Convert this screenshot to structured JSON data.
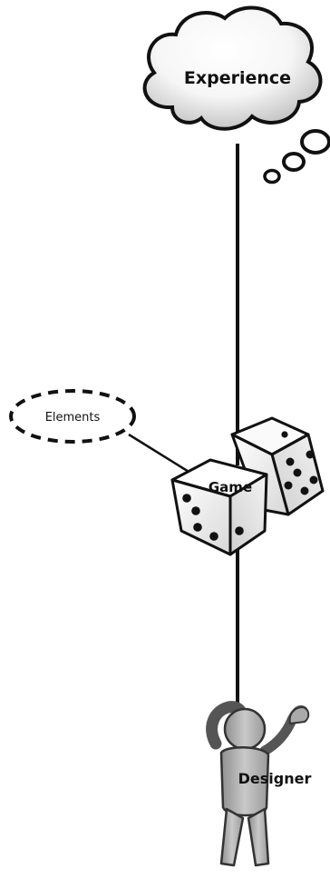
{
  "diagram": {
    "experience_label": "Experience",
    "elements_label": "Elements",
    "game_label": "Game",
    "designer_label": "Designer"
  },
  "icons": {
    "thought": "thought-cloud-icon",
    "dice": "dice-icon",
    "person": "person-icon",
    "elements": "dashed-ellipse-icon"
  }
}
